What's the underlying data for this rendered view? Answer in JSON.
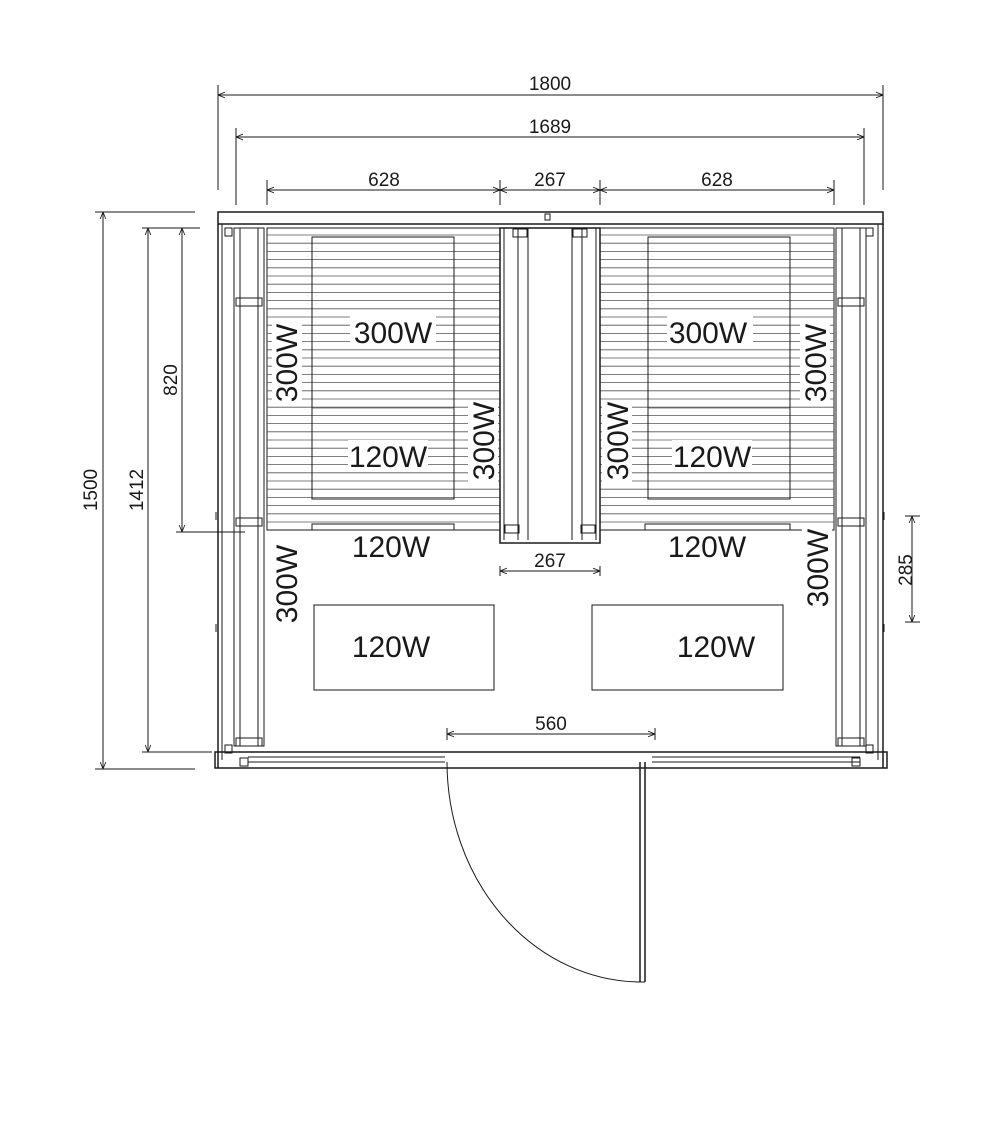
{
  "diagram": {
    "dimensions": {
      "overall_width": "1800",
      "inner_width": "1689",
      "left_bench_width": "628",
      "center_width": "267",
      "right_bench_width": "628",
      "overall_depth": "1500",
      "inner_depth": "1412",
      "bench_depth": "820",
      "center_gap": "267",
      "side_heater_height": "285",
      "door_width": "560"
    },
    "heaters": {
      "back_left_top": "300W",
      "back_left_bottom": "120W",
      "back_right_top": "300W",
      "back_right_bottom": "120W",
      "bench_front_left": "120W",
      "bench_front_right": "120W",
      "side_upper_left": "300W",
      "side_upper_right": "300W",
      "center_left": "300W",
      "center_right": "300W",
      "side_lower_left": "300W",
      "side_lower_right": "300W",
      "floor_left": "120W",
      "floor_right": "120W"
    }
  }
}
